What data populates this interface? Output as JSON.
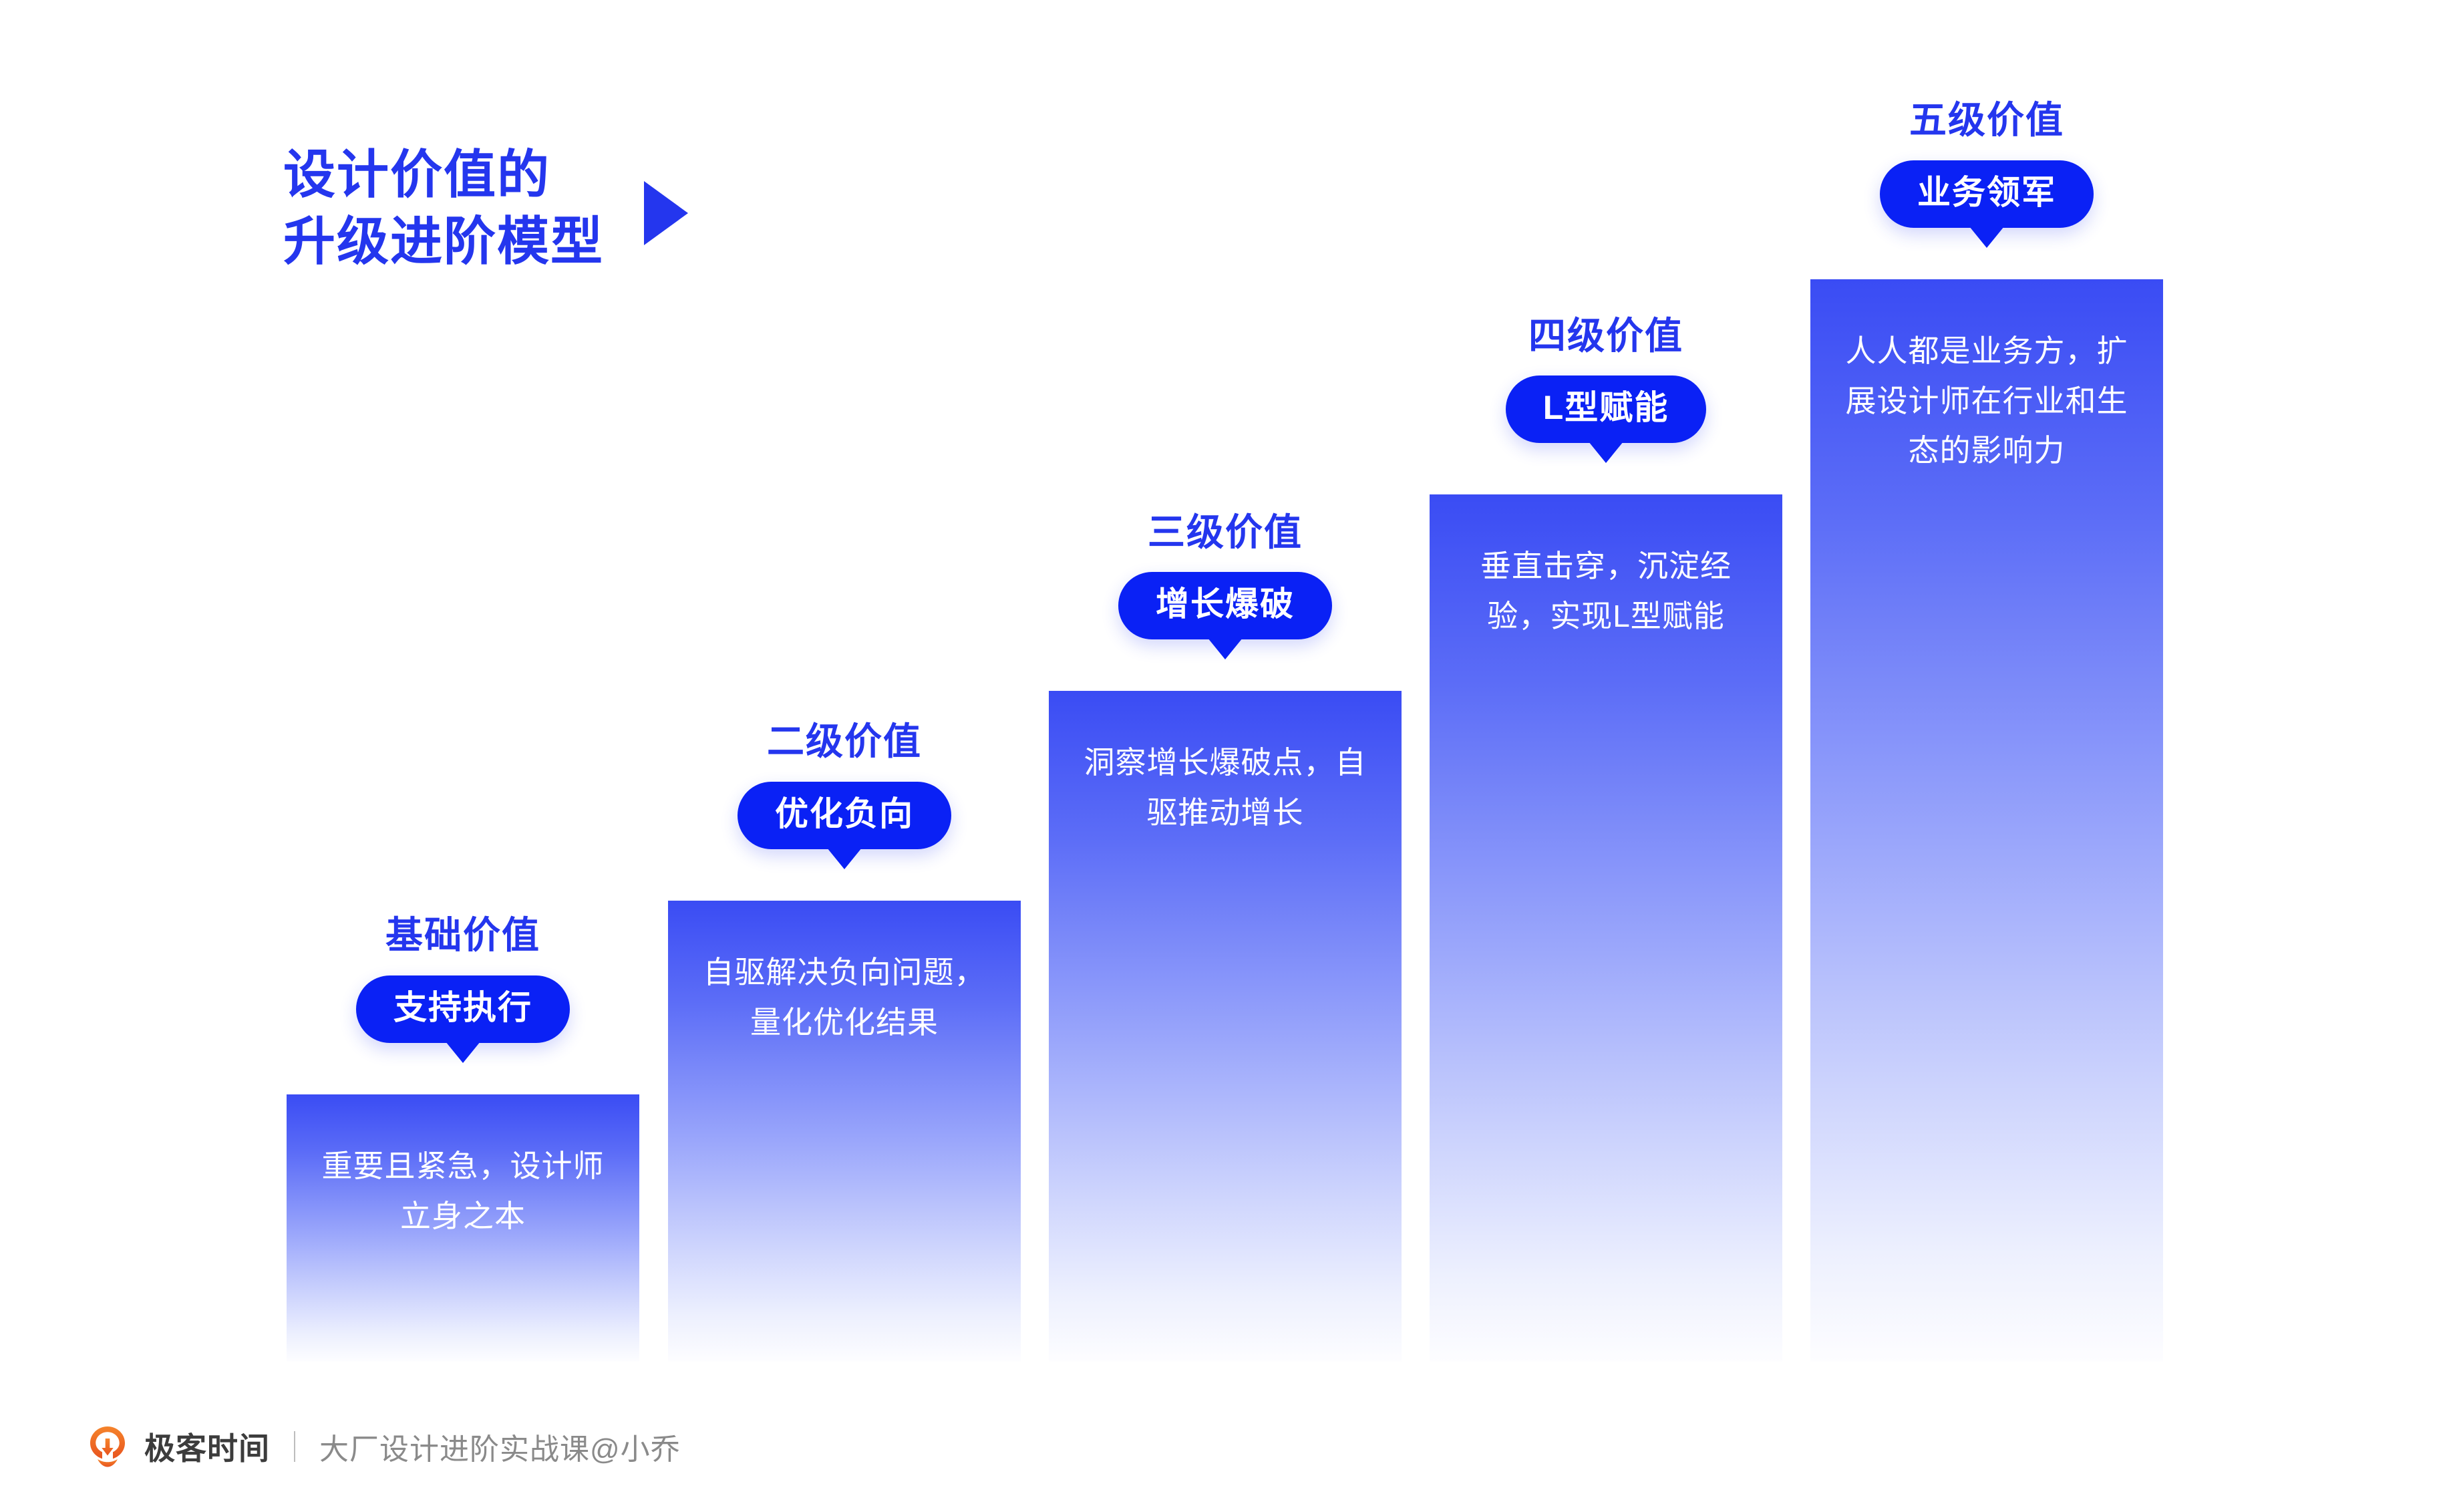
{
  "title": {
    "line1": "设计价值的",
    "line2": "升级进阶模型",
    "arrow_icon": "play-triangle-icon",
    "color": "#2436EE"
  },
  "colors": {
    "accent_blue": "#2436EE",
    "pill_blue": "#0A21F5",
    "bar_top": "#3A4CF4",
    "bar_bottom": "#FDFDFF",
    "logo_orange": "#F26522",
    "footer_brand": "#3C3C3C",
    "footer_course": "#8A8A8A"
  },
  "chart_data": {
    "type": "bar",
    "title": "设计价值的升级进阶模型",
    "categories": [
      "基础价值",
      "二级价值",
      "三级价值",
      "四级价值",
      "五级价值"
    ],
    "values": [
      1,
      2,
      3,
      4,
      5
    ],
    "ylabel": "",
    "xlabel": "",
    "grid": false,
    "legend": "none"
  },
  "steps": [
    {
      "level": "基础价值",
      "pill": "支持执行",
      "body": "重要且紧急，设计师立身之本"
    },
    {
      "level": "二级价值",
      "pill": "优化负向",
      "body": "自驱解决负向问题，量化优化结果"
    },
    {
      "level": "三级价值",
      "pill": "增长爆破",
      "body": "洞察增长爆破点，自驱推动增长"
    },
    {
      "level": "四级价值",
      "pill": "L型赋能",
      "body": "垂直击穿，沉淀经验，实现L型赋能"
    },
    {
      "level": "五级价值",
      "pill": "业务领军",
      "body": "人人都是业务方，扩展设计师在行业和生态的影响力"
    }
  ],
  "footer": {
    "logo_icon": "geekbang-logo-icon",
    "brand": "极客时间",
    "course": "大厂设计进阶实战课@小乔"
  }
}
